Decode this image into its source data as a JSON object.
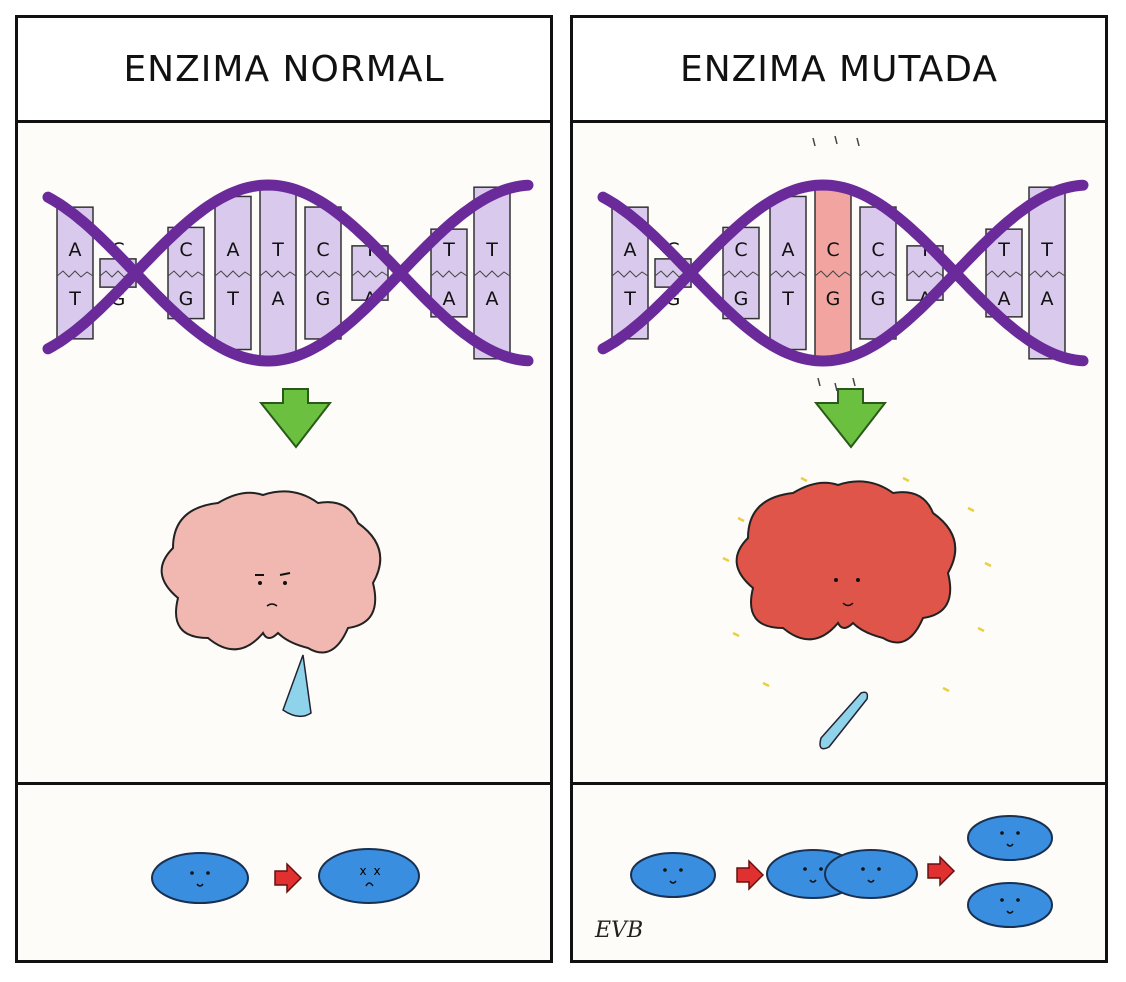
{
  "panels": [
    {
      "title": "ENZIMA NORMAL",
      "dna": {
        "top": [
          "A",
          "C",
          "C",
          "A",
          "T",
          "C",
          "T",
          "T",
          "T"
        ],
        "bottom": [
          "T",
          "G",
          "G",
          "T",
          "A",
          "G",
          "A",
          "A",
          "A"
        ],
        "mutated_index": null
      },
      "enzyme": {
        "state": "normal",
        "color": "#f0b8b0"
      },
      "outcome": "bacteria-dies"
    },
    {
      "title": "ENZIMA MUTADA",
      "dna": {
        "top": [
          "A",
          "C",
          "C",
          "A",
          "C",
          "C",
          "T",
          "T",
          "T"
        ],
        "bottom": [
          "T",
          "G",
          "G",
          "T",
          "G",
          "G",
          "A",
          "A",
          "A"
        ],
        "mutated_index": 4
      },
      "enzyme": {
        "state": "mutated",
        "color": "#e0554a"
      },
      "outcome": "bacteria-multiplies",
      "signature": "EVB"
    }
  ],
  "colors": {
    "helix": "#6a2a9a",
    "base": "#d9c9ec",
    "mutation": "#f2a4a0",
    "arrow_green": "#6cc040",
    "arrow_red": "#e03030",
    "bacteria": "#3a8ee0",
    "drug": "#8fd3ea"
  }
}
